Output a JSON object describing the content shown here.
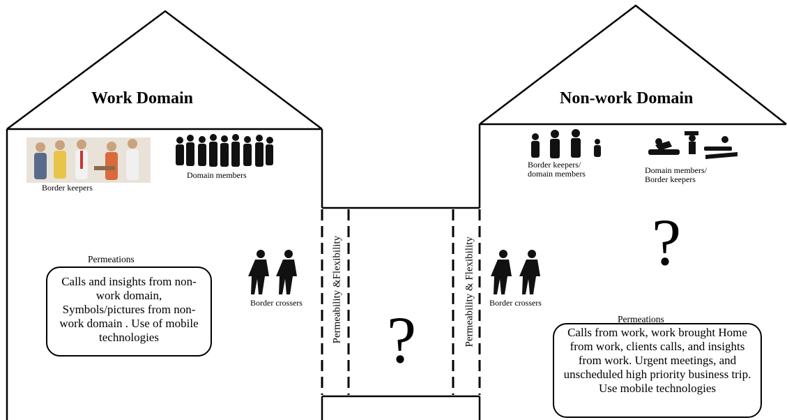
{
  "work_domain": {
    "title": "Work Domain",
    "border_keepers_label": "Border keepers",
    "domain_members_label": "Domain members",
    "border_crossers_label": "Border crossers",
    "permeations_label": "Permeations",
    "permeations_text": "Calls  and insights from non-work domain, Symbols/pictures from non-work domain . Use of mobile technologies"
  },
  "non_work_domain": {
    "title": "Non-work Domain",
    "border_keepers_label_line1": "Border keepers/",
    "border_keepers_label_line2": "domain members",
    "domain_members_label_line1": "Domain members/",
    "domain_members_label_line2": "Border keepers",
    "border_crossers_label": "Border crossers",
    "question_mark": "?",
    "permeations_label": "Permeations",
    "permeations_text": "Calls from work, work brought Home from work, clients calls, and insights from work. Urgent meetings, and unscheduled high priority business trip. Use mobile technologies"
  },
  "bridge": {
    "left_border_label": "Permeability &Flexibility",
    "right_border_label": "Permeability & Flexibility",
    "question_mark": "?"
  }
}
